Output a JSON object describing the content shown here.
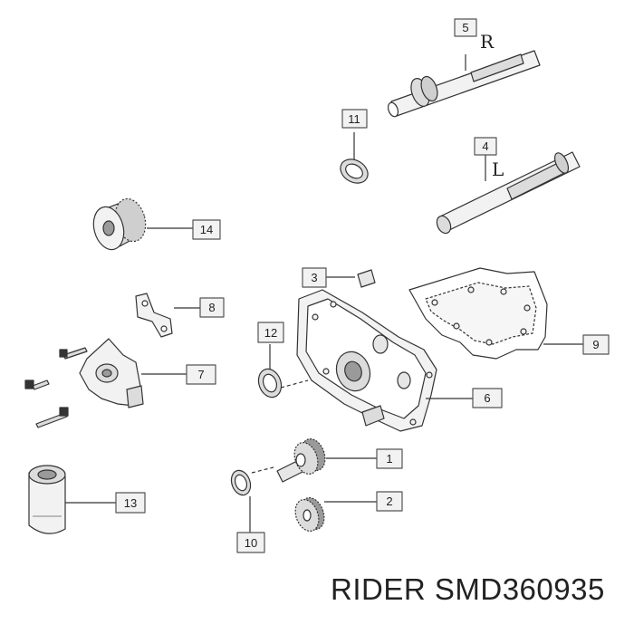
{
  "callouts": {
    "c1": "1",
    "c2": "2",
    "c3": "3",
    "c4": "4",
    "c5": "5",
    "c6": "6",
    "c7": "7",
    "c8": "8",
    "c9": "9",
    "c10": "10",
    "c11": "11",
    "c12": "12",
    "c13": "13",
    "c14": "14"
  },
  "side_labels": {
    "right": "R",
    "left": "L"
  },
  "footer": {
    "brand": "RIDER",
    "part_number": "SMD360935"
  },
  "colors": {
    "line": "#333333",
    "fill_light": "#f2f2f2",
    "fill_mid": "#dcdcdc",
    "fill_dark": "#9a9a9a"
  }
}
